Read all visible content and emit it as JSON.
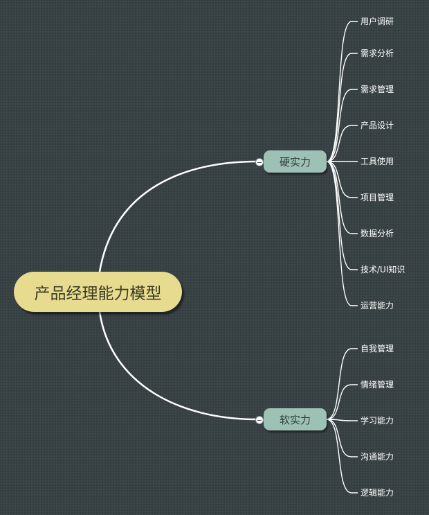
{
  "root": {
    "label": "产品经理能力模型"
  },
  "branches": [
    {
      "label": "硬实力",
      "children": [
        "用户调研",
        "需求分析",
        "需求管理",
        "产品设计",
        "工具使用",
        "项目管理",
        "数据分析",
        "技术/UI知识",
        "运营能力"
      ]
    },
    {
      "label": "软实力",
      "children": [
        "自我管理",
        "情绪管理",
        "学习能力",
        "沟通能力",
        "逻辑能力"
      ]
    }
  ],
  "colors": {
    "background": "#363f42",
    "root_fill": "#e6db8f",
    "branch_fill": "#9dc1b5",
    "connector": "#ffffff",
    "leaf_text": "#ffffff"
  }
}
